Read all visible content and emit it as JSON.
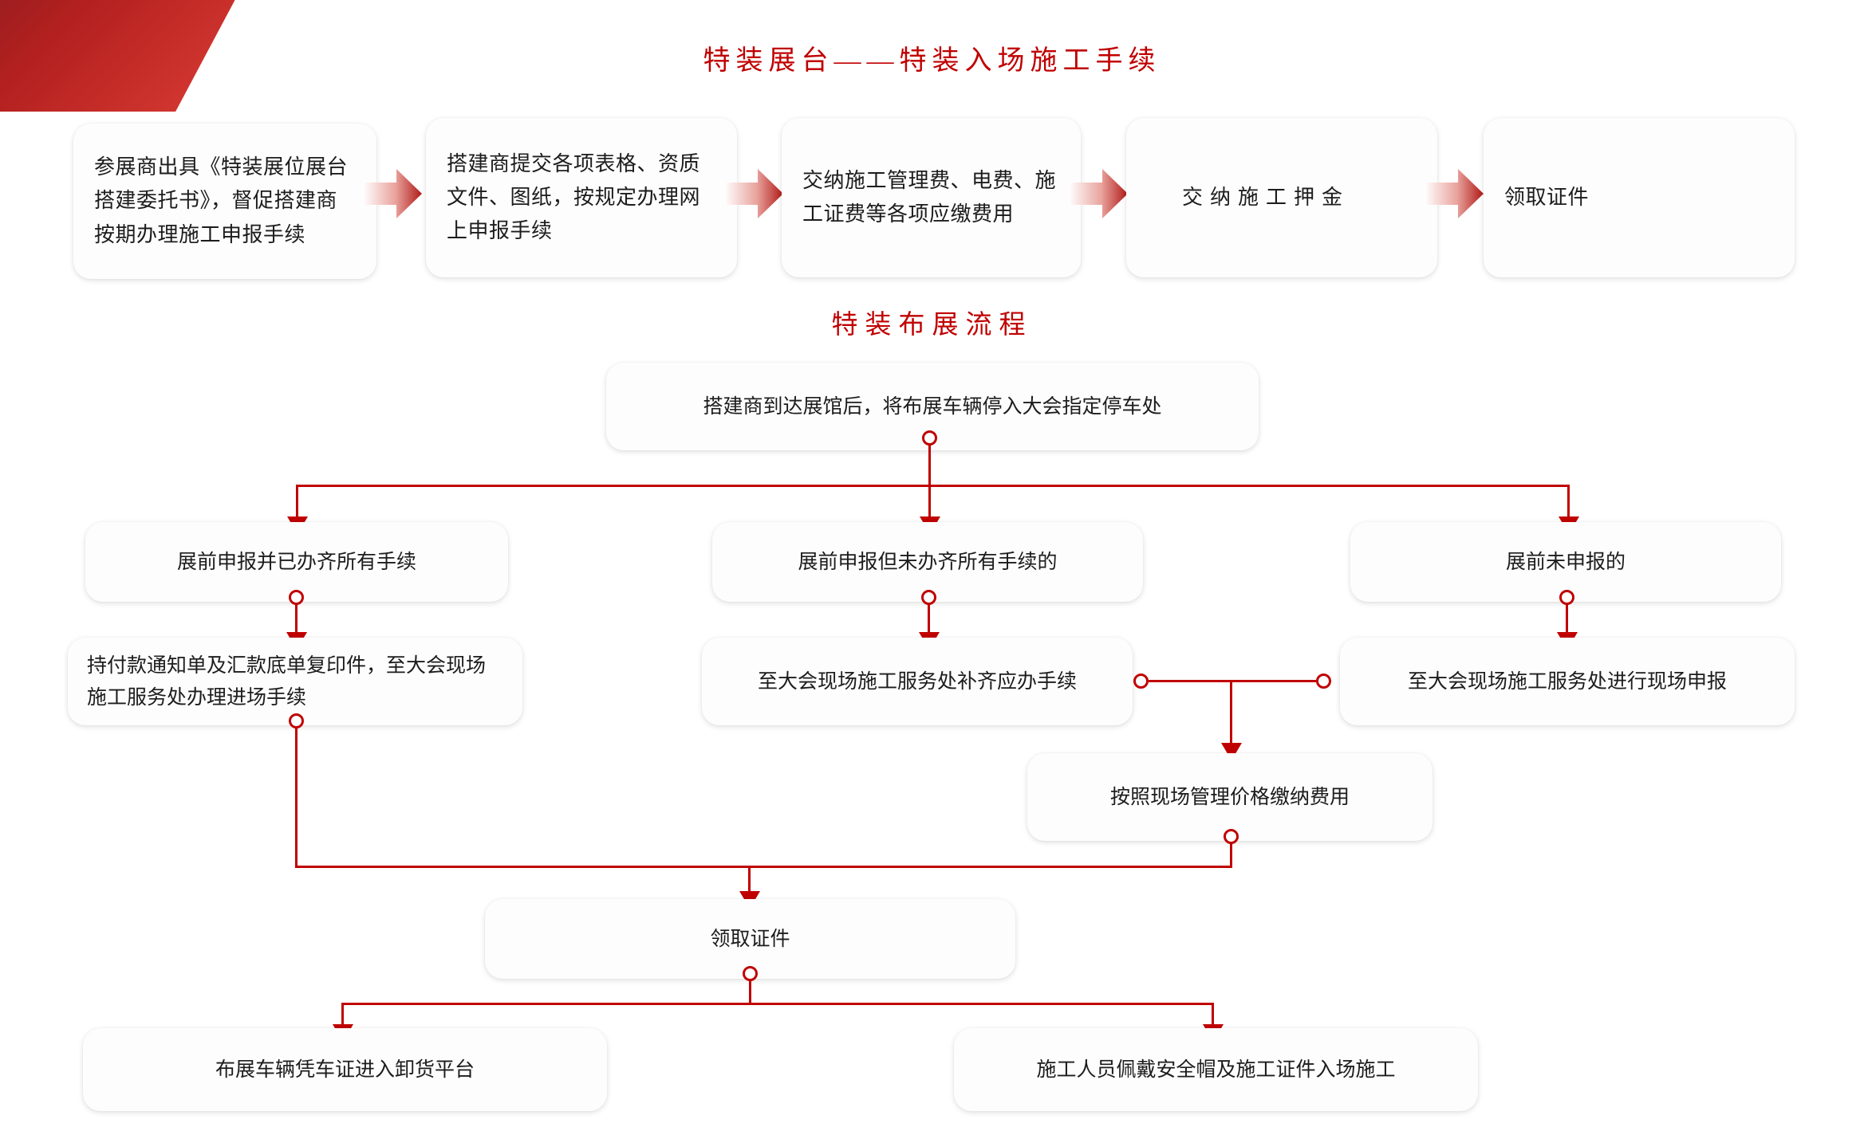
{
  "theme": {
    "accent": "#c00000",
    "arrow_gradient_from": "#ffffff",
    "arrow_gradient_to": "#b01a18",
    "corner_shape_color": "#b3201f",
    "card_background": "#fdfdfd",
    "text_color": "#1c1c1c"
  },
  "titles": {
    "section_1": "特装展台——特装入场施工手续",
    "section_2": "特装布展流程"
  },
  "procedure_steps": [
    {
      "id": "step-1",
      "text": "参展商出具《特装展位展台搭建委托书》，督促搭建商按期办理施工申报手续"
    },
    {
      "id": "step-2",
      "text": "搭建商提交各项表格、资质文件、图纸，按规定办理网上申报手续"
    },
    {
      "id": "step-3",
      "text": "交纳施工管理费、电费、施工证费等各项应缴费用"
    },
    {
      "id": "step-4",
      "text": "交纳施工押金"
    },
    {
      "id": "step-5",
      "text": "领取证件"
    }
  ],
  "flow": {
    "start": {
      "id": "flow-start",
      "text": "搭建商到达展馆后，将布展车辆停入大会指定停车处"
    },
    "branches": [
      {
        "id": "branch-left",
        "text": "展前申报并已办齐所有手续"
      },
      {
        "id": "branch-middle",
        "text": "展前申报但未办齐所有手续的"
      },
      {
        "id": "branch-right",
        "text": "展前未申报的"
      }
    ],
    "actions": [
      {
        "id": "action-left",
        "text": "持付款通知单及汇款底单复印件，至大会现场施工服务处办理进场手续"
      },
      {
        "id": "action-middle",
        "text": "至大会现场施工服务处补齐应办手续"
      },
      {
        "id": "action-right",
        "text": "至大会现场施工服务处进行现场申报"
      }
    ],
    "payment": {
      "id": "payment",
      "text": "按照现场管理价格缴纳费用"
    },
    "badge": {
      "id": "collect-badge",
      "text": "领取证件"
    },
    "outcomes": [
      {
        "id": "outcome-vehicle",
        "text": "布展车辆凭车证进入卸货平台"
      },
      {
        "id": "outcome-worker",
        "text": "施工人员佩戴安全帽及施工证件入场施工"
      }
    ]
  }
}
